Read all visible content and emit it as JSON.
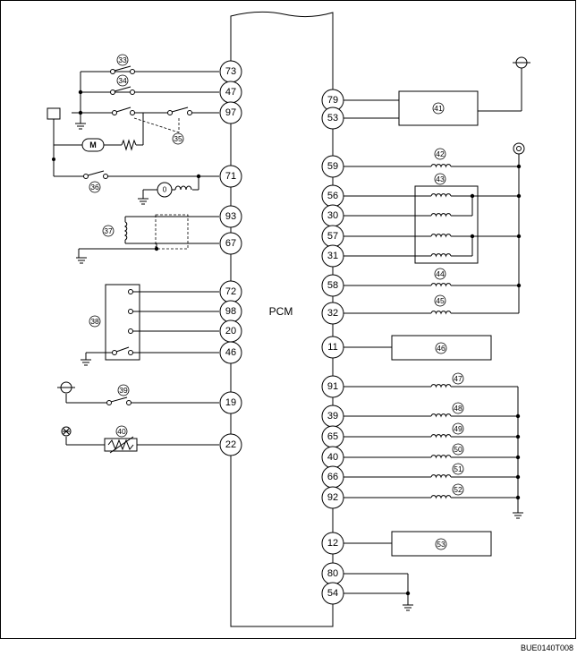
{
  "pcm_label": "PCM",
  "figure_code": "BUE0140T008",
  "left_pins": [
    "73",
    "47",
    "97",
    "71",
    "93",
    "67",
    "72",
    "98",
    "20",
    "46",
    "19",
    "22"
  ],
  "right_pins": [
    "79",
    "53",
    "59",
    "56",
    "30",
    "57",
    "31",
    "58",
    "32",
    "11",
    "91",
    "39",
    "65",
    "40",
    "66",
    "92",
    "12",
    "80",
    "54"
  ],
  "components": [
    "33",
    "34",
    "35",
    "36",
    "37",
    "38",
    "39",
    "40",
    "41",
    "42",
    "43",
    "44",
    "45",
    "46",
    "47",
    "48",
    "49",
    "50",
    "51",
    "52",
    "53"
  ],
  "motor_label": "M"
}
